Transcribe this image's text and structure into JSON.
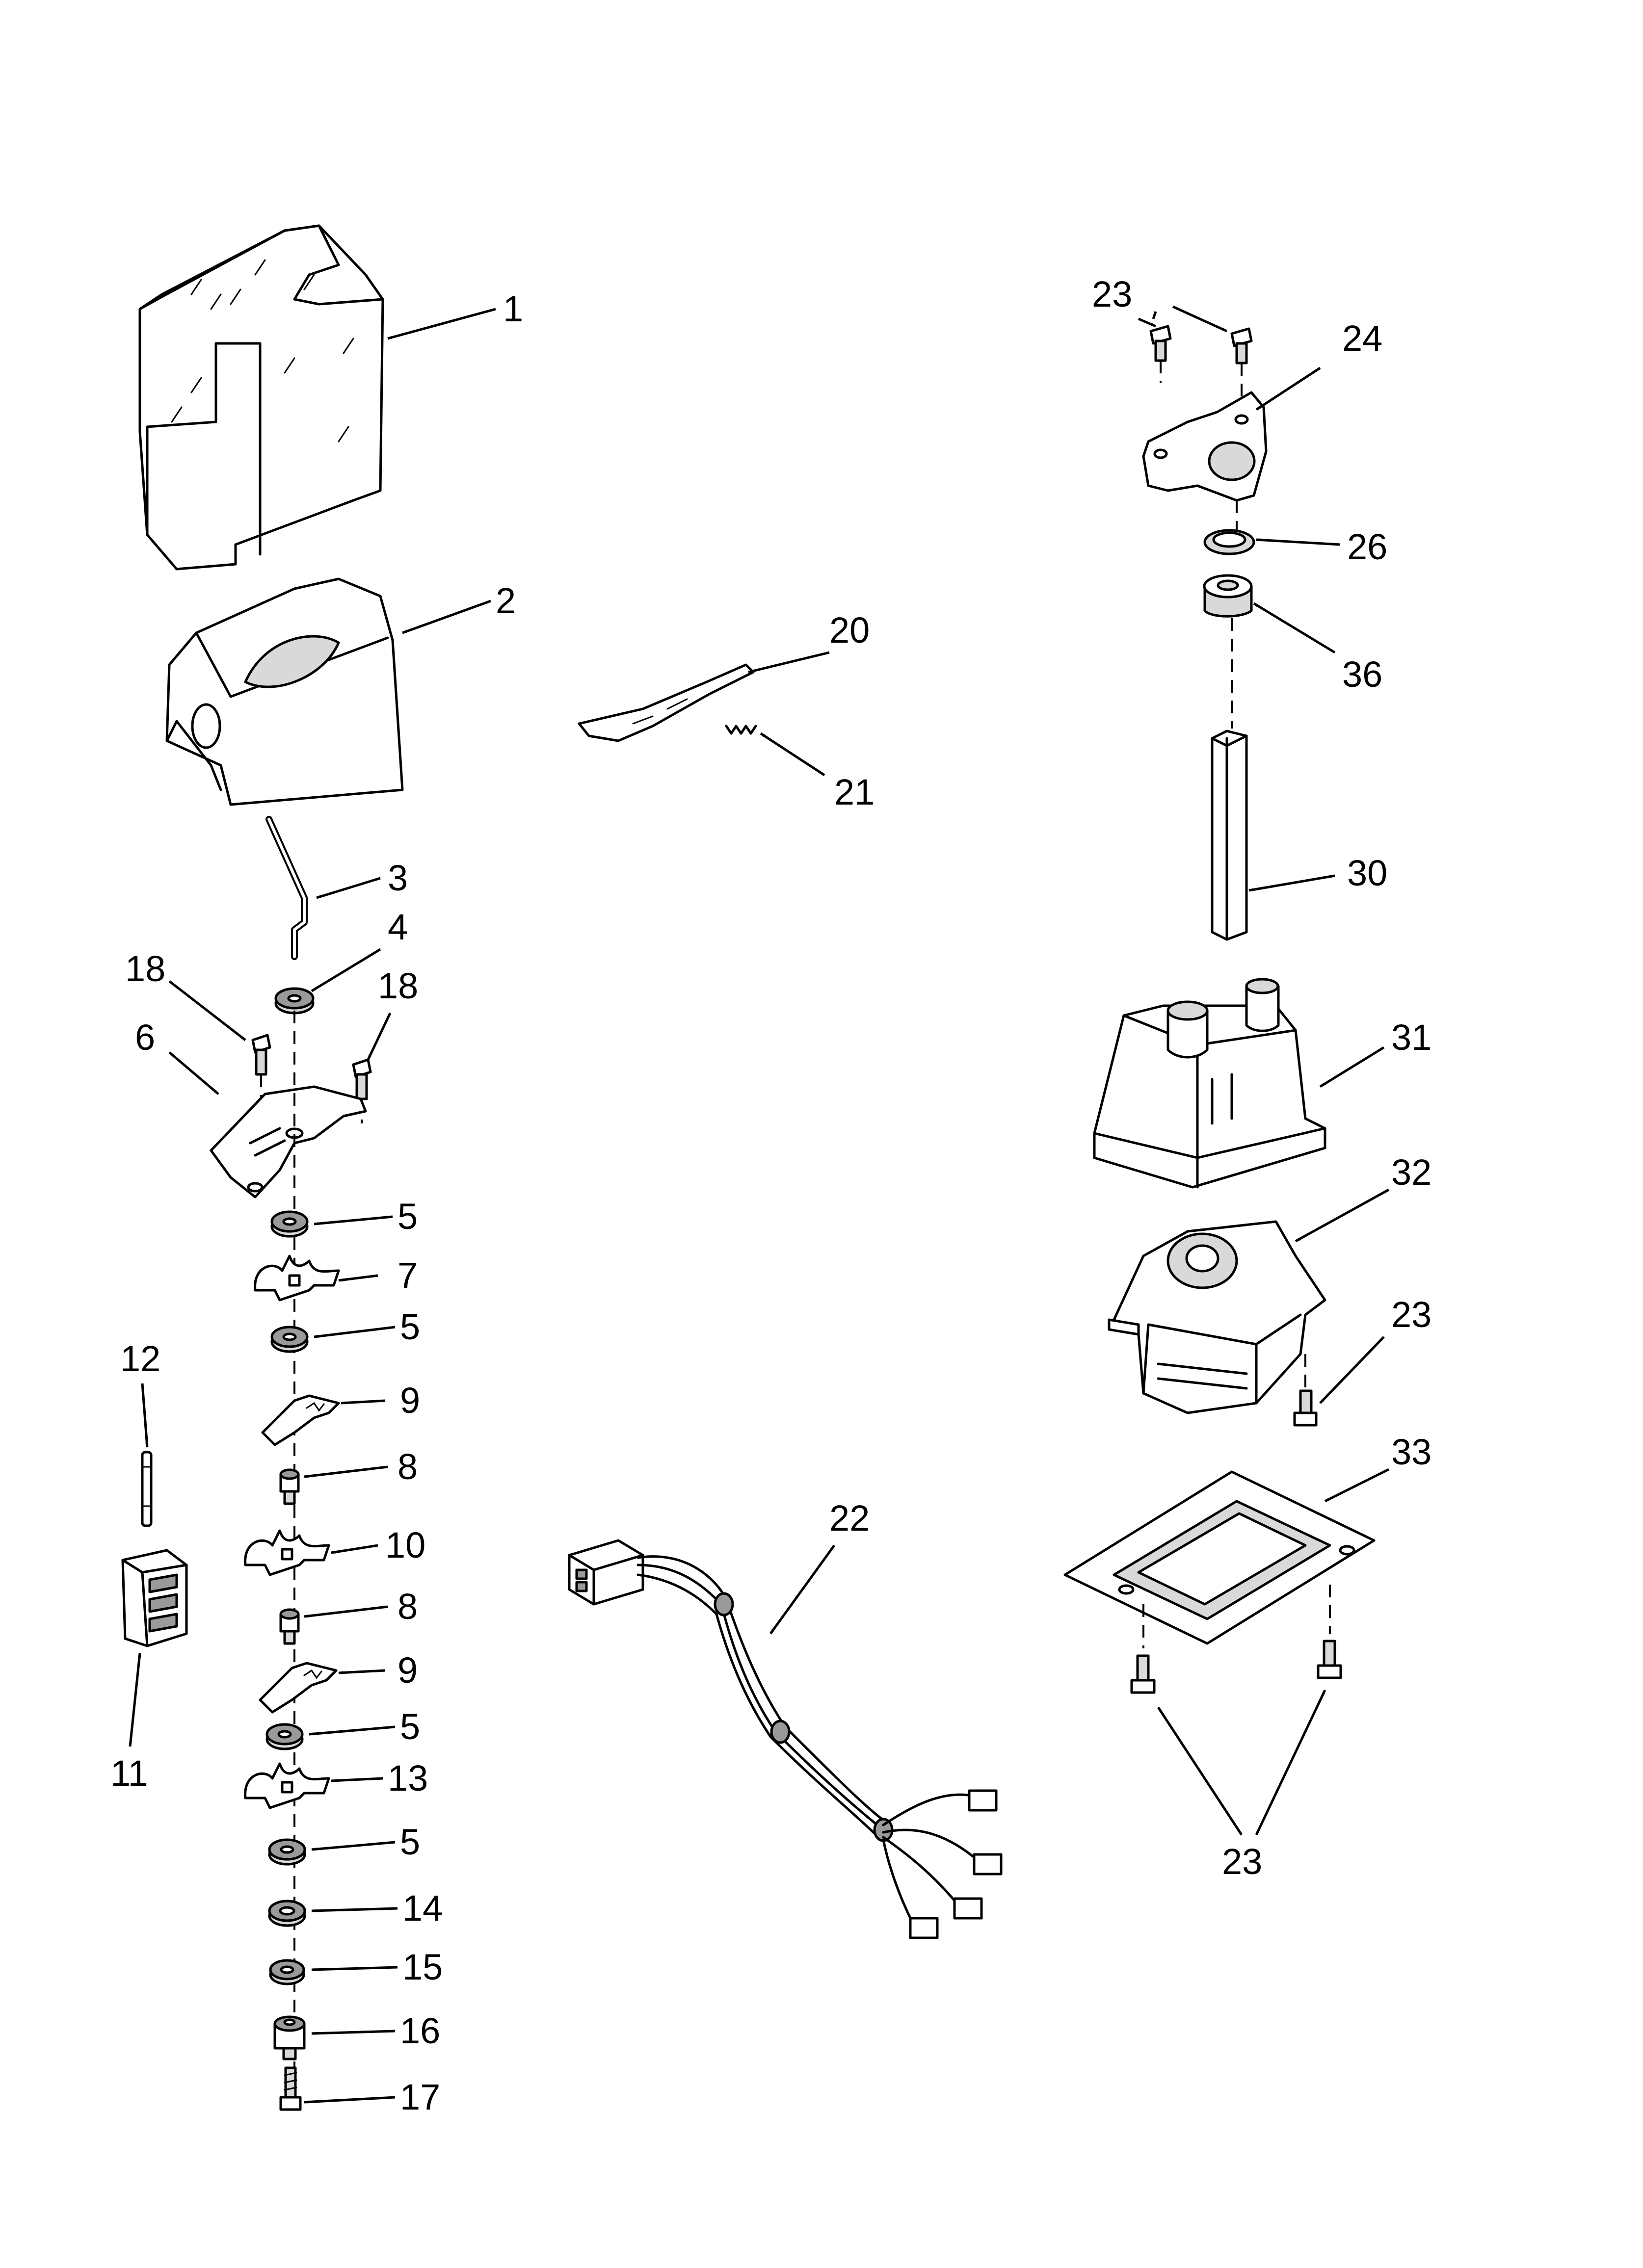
{
  "callouts": {
    "c1": "1",
    "c2": "2",
    "c3": "3",
    "c4": "4",
    "c5a": "5",
    "c5b": "5",
    "c5c": "5",
    "c5d": "5",
    "c6": "6",
    "c7": "7",
    "c8a": "8",
    "c8b": "8",
    "c9a": "9",
    "c9b": "9",
    "c10": "10",
    "c11": "11",
    "c12": "12",
    "c13": "13",
    "c14": "14",
    "c15": "15",
    "c16": "16",
    "c17": "17",
    "c18a": "18",
    "c18b": "18",
    "c20": "20",
    "c21": "21",
    "c22": "22",
    "c23a": "23",
    "c23b": "23",
    "c23c": "23",
    "c24": "24",
    "c26": "26",
    "c30": "30",
    "c31": "31",
    "c32": "32",
    "c33": "33",
    "c36": "36"
  }
}
